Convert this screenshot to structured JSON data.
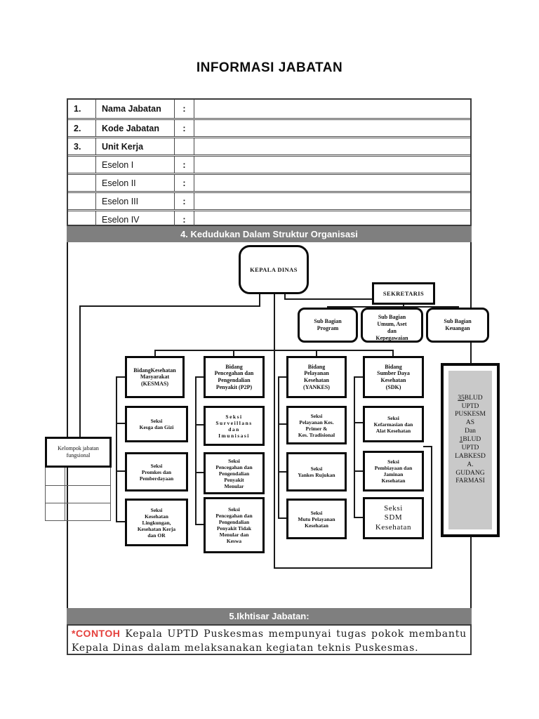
{
  "title": "INFORMASI JABATAN",
  "info_table": {
    "rows": [
      {
        "no": "1.",
        "label": "Nama Jabatan",
        "colon": ":",
        "value": ""
      },
      {
        "no": "2.",
        "label": "Kode Jabatan",
        "colon": ":",
        "value": ""
      },
      {
        "no": "3.",
        "label": "Unit Kerja",
        "colon": "",
        "value": ""
      },
      {
        "no": "",
        "label": "Eselon I",
        "colon": ":",
        "value": ""
      },
      {
        "no": "",
        "label": "Eselon II",
        "colon": ":",
        "value": ""
      },
      {
        "no": "",
        "label": "Eselon III",
        "colon": ":",
        "value": ""
      },
      {
        "no": "",
        "label": "Eselon IV",
        "colon": ":",
        "value": ""
      }
    ]
  },
  "section4": {
    "header": "4. Kedudukan Dalam Struktur Organisasi",
    "header_bg": "#7f7f7f",
    "org_chart": {
      "kepala_dinas": "KEPALA DINAS",
      "sekretaris": "SEKRETARIS",
      "sub_bagian": [
        "Sub Bagian\nProgram",
        "Sub Bagian\nUmum, Aset\ndan\nKepegawaian",
        "Sub Bagian\nKeuangan"
      ],
      "bidang": [
        "BidangKesehatan\nMasyarakat\n(KESMAS)",
        "Bidang\nPencegahan dan\nPengendalian\nPenyakit (P2P)",
        "Bidang\nPelayanan\nKesehatan\n(YANKES)",
        "Bidang\nSumber Daya\nKesehatan\n(SDK)"
      ],
      "seksi_kesmas": [
        "Seksi\nKesga dan Gizi",
        "Seksi\nPromkes dan\nPemberdayaan",
        "Seksi\nKesehatan\nLingkungan,\nKesehatan Kerja\ndan OR"
      ],
      "seksi_p2p": [
        "Seksi\nSurveillans\ndan\nImunisasi",
        "Seksi\nPencegahan dan\nPengendalian\nPenyakit\nMenular",
        "Seksi\nPencegahan dan\nPengendalian\nPenyakit Tidak\nMenular dan\nKeswa"
      ],
      "seksi_yankes": [
        "Seksi\nPelayanan Kes.\nPrimer &\nKes. Tradisional",
        "Seksi\nYankes Rujukan",
        "Seksi\nMutu Pelayanan\nKesehatan"
      ],
      "seksi_sdk": [
        "Seksi\nKefarmasian dan\nAlat Kesehatan",
        "Seksi\nPembiayaan dan\nJaminan\nKesehatan",
        "Seksi\nSDM\nKesehatan"
      ],
      "kelompok": "Kelompok jabatan\nfungsional",
      "uptd_box": {
        "fill": "#c9c9c9",
        "lines": [
          "35BLUD",
          "UPTD",
          "PUSKESM",
          "AS",
          "Dan",
          "1BLUD",
          "UPTD",
          "LABKESD",
          "A.",
          "GUDANG",
          "FARMASI"
        ],
        "underline": [
          "35",
          "1"
        ]
      }
    }
  },
  "section5": {
    "header": "5.Ikhtisar Jabatan:",
    "note_prefix": "*CONTOH",
    "note_prefix_color": "#e5403c",
    "note_text": "Kepala UPTD Puskesmas mempunyai tugas pokok membantu Kepala Dinas dalam melaksanakan kegiatan teknis Puskesmas."
  }
}
